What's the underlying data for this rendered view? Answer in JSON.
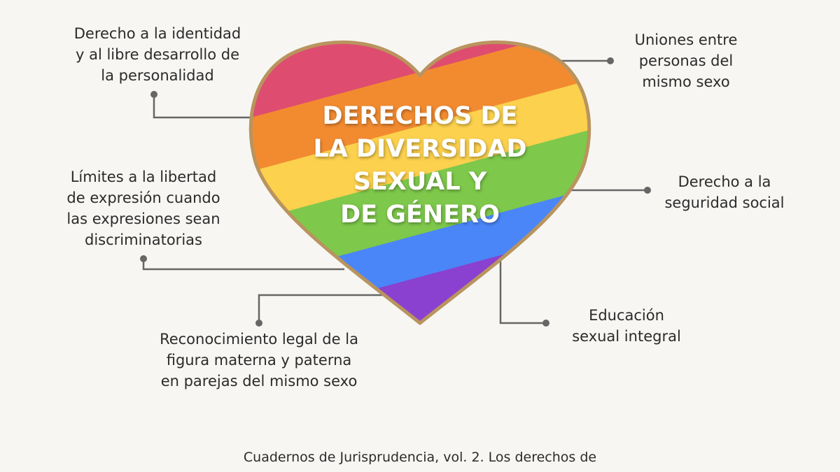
{
  "title": "DERECHOS DE\nLA DIVERSIDAD\nSEXUAL Y\nDE GÉNERO",
  "items": [
    "Derecho a la identidad\ny al libre desarrollo de\nla personalidad",
    "Uniones entre\npersonas del\nmismo sexo",
    "Límites a la libertad\nde expresión cuando\nlas expresiones sean\ndiscriminatorias",
    "Derecho a la\nseguridad social",
    "Reconocimiento legal de la\nfigura materna y paterna\nen parejas del mismo sexo",
    "Educación\nsexual integral"
  ],
  "source": "Cuadernos de Jurisprudencia, vol. 2. Los derechos de",
  "colors": {
    "background": "#f7f6f3",
    "border": "#b9945e",
    "red": "#de4d6f",
    "orange": "#f28b30",
    "yellow": "#fcd14d",
    "green": "#7ec84b",
    "blue": "#4a86f7",
    "purple": "#8a41cf",
    "connector": "#666666"
  }
}
